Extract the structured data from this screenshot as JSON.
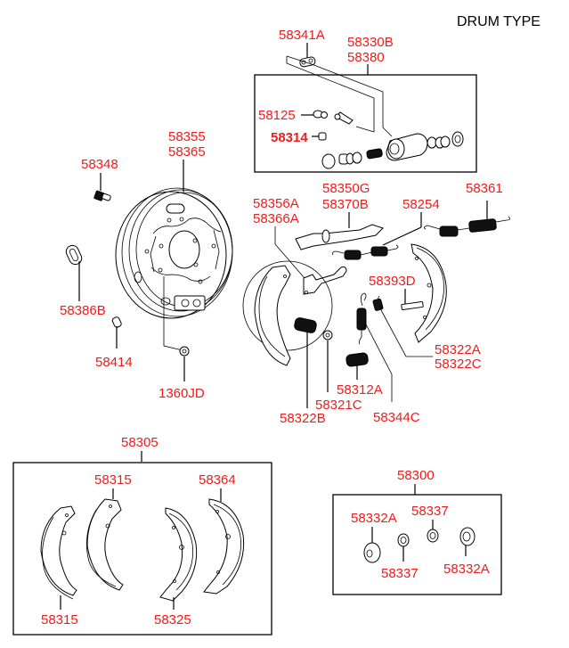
{
  "diagram": {
    "title": "DRUM TYPE",
    "label_color": "#ee1c1c",
    "groups": {
      "wheel_cylinder": {
        "labels": {
          "l_58341A": "58341A",
          "l_58330B": "58330B",
          "l_58380": "58380",
          "l_58125": "58125",
          "l_58314": "58314"
        }
      },
      "backing_plate": {
        "labels": {
          "l_58355": "58355",
          "l_58365": "58365",
          "l_58348": "58348",
          "l_58386B": "58386B",
          "l_58414": "58414",
          "l_1360JD": "1360JD"
        }
      },
      "shoe_hardware": {
        "labels": {
          "l_58356A": "58356A",
          "l_58366A": "58366A",
          "l_58350G": "58350G",
          "l_58370B": "58370B",
          "l_58254": "58254",
          "l_58361": "58361",
          "l_58393D": "58393D",
          "l_58322A": "58322A",
          "l_58322C": "58322C",
          "l_58312A": "58312A",
          "l_58321C": "58321C",
          "l_58322B": "58322B",
          "l_58344C": "58344C"
        }
      },
      "shoe_kit": {
        "labels": {
          "l_58305": "58305",
          "l_58315_top": "58315",
          "l_58364": "58364",
          "l_58315_bottom": "58315",
          "l_58325": "58325"
        }
      },
      "cylinder_kit": {
        "labels": {
          "l_58300": "58300",
          "l_58332A_left": "58332A",
          "l_58337_top": "58337",
          "l_58337_bottom": "58337",
          "l_58332A_right": "58332A"
        }
      }
    }
  }
}
